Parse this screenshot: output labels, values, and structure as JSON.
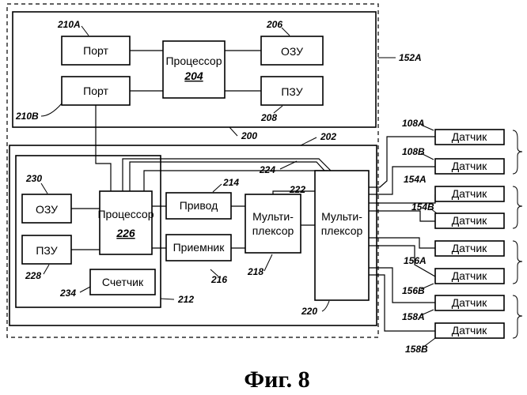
{
  "labels": {
    "port": "Порт",
    "processor": "Процессор",
    "ram": "ОЗУ",
    "rom": "ПЗУ",
    "counter": "Счетчик",
    "drive": "Привод",
    "receiver": "Приемник",
    "mux_line1": "Мульти-",
    "mux_line2": "плексор",
    "sensor": "Датчик"
  },
  "refs": {
    "r204": "204",
    "r226": "226",
    "r210A": "210A",
    "r210B": "210B",
    "r206": "206",
    "r208": "208",
    "r152A": "152A",
    "r200": "200",
    "r202": "202",
    "r224": "224",
    "r222": "222",
    "r214": "214",
    "r216": "216",
    "r218": "218",
    "r220": "220",
    "r230": "230",
    "r228": "228",
    "r234": "234",
    "r212": "212",
    "r108A": "108A",
    "r108B": "108B",
    "r154A": "154A",
    "r154B": "154B",
    "r156A": "156A",
    "r156B": "156B",
    "r158A": "158A",
    "r158B": "158B"
  },
  "caption": "Фиг. 8"
}
